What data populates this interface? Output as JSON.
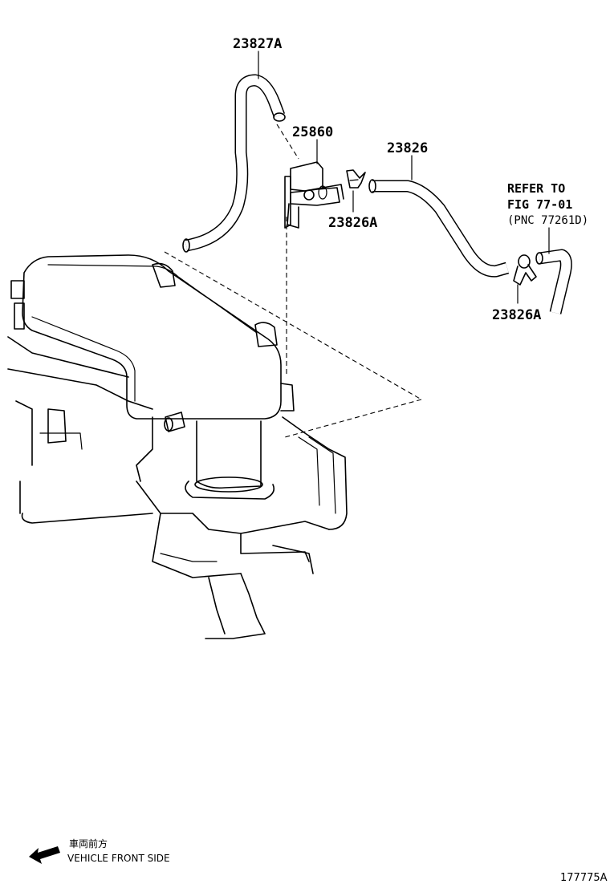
{
  "labels": {
    "p23827A": "23827A",
    "p25860": "25860",
    "p23826": "23826",
    "p23826A_top": "23826A",
    "p23826A_bottom": "23826A"
  },
  "note": {
    "line1": "REFER TO",
    "line2": "FIG 77-01",
    "line3": "(PNC 77261D)"
  },
  "footer": {
    "jp": "車両前方",
    "en": "VEHICLE FRONT SIDE",
    "figure_id": "177775A"
  }
}
